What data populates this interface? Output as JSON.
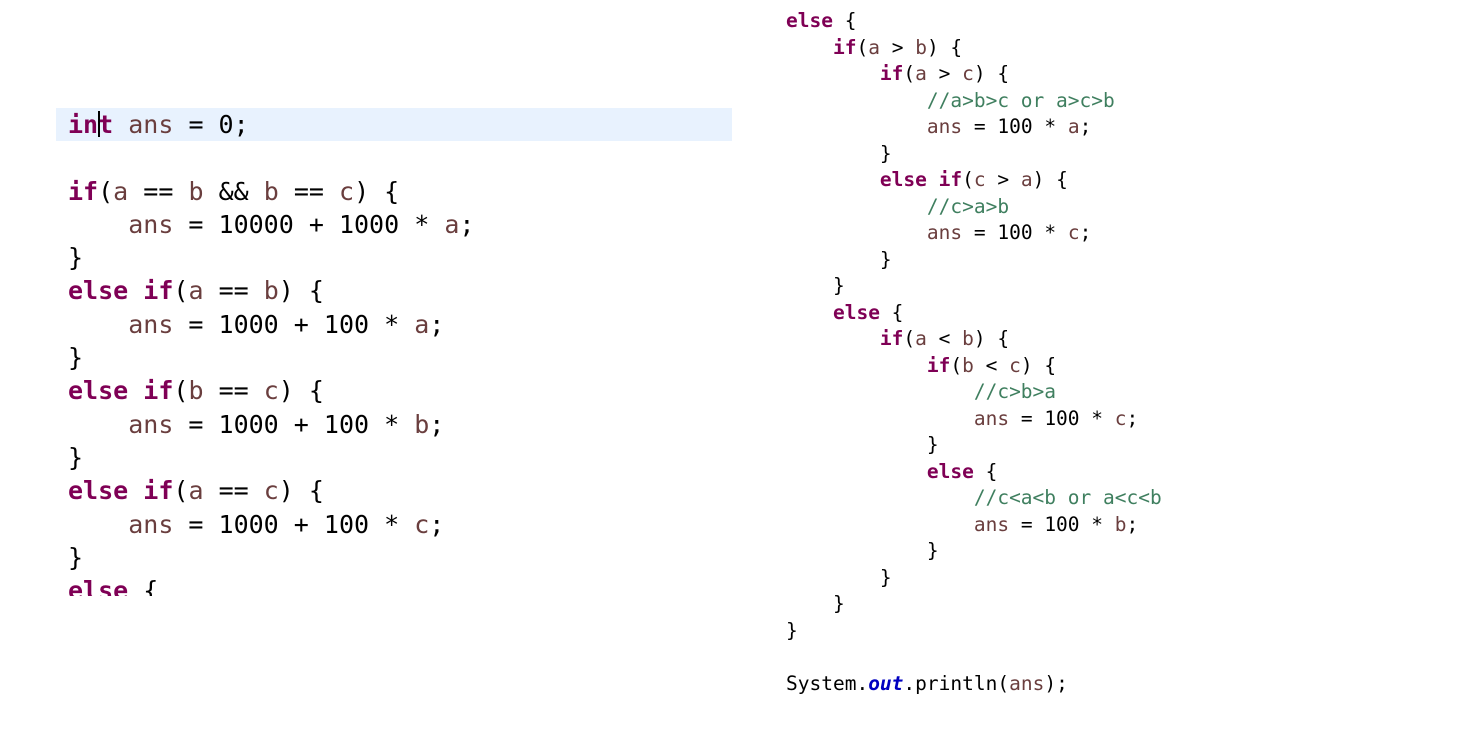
{
  "left_panel": {
    "lines": [
      {
        "indent": "",
        "highlighted": true,
        "caret_at": 2,
        "tokens": [
          {
            "t": "int",
            "c": "kw"
          },
          {
            "t": " ",
            "c": "plain"
          },
          {
            "t": "ans",
            "c": "var"
          },
          {
            "t": " = ",
            "c": "op"
          },
          {
            "t": "0",
            "c": "num"
          },
          {
            "t": ";",
            "c": "op"
          }
        ]
      },
      {
        "indent": "",
        "tokens": []
      },
      {
        "indent": "",
        "tokens": [
          {
            "t": "if",
            "c": "kw"
          },
          {
            "t": "(",
            "c": "op"
          },
          {
            "t": "a",
            "c": "var"
          },
          {
            "t": " == ",
            "c": "op"
          },
          {
            "t": "b",
            "c": "var"
          },
          {
            "t": " && ",
            "c": "op"
          },
          {
            "t": "b",
            "c": "var"
          },
          {
            "t": " == ",
            "c": "op"
          },
          {
            "t": "c",
            "c": "var"
          },
          {
            "t": ") {",
            "c": "op"
          }
        ]
      },
      {
        "indent": "    ",
        "tokens": [
          {
            "t": "ans",
            "c": "var"
          },
          {
            "t": " = ",
            "c": "op"
          },
          {
            "t": "10000",
            "c": "num"
          },
          {
            "t": " + ",
            "c": "op"
          },
          {
            "t": "1000",
            "c": "num"
          },
          {
            "t": " * ",
            "c": "op"
          },
          {
            "t": "a",
            "c": "var"
          },
          {
            "t": ";",
            "c": "op"
          }
        ]
      },
      {
        "indent": "",
        "tokens": [
          {
            "t": "}",
            "c": "op"
          }
        ]
      },
      {
        "indent": "",
        "tokens": [
          {
            "t": "else",
            "c": "kw"
          },
          {
            "t": " ",
            "c": "plain"
          },
          {
            "t": "if",
            "c": "kw"
          },
          {
            "t": "(",
            "c": "op"
          },
          {
            "t": "a",
            "c": "var"
          },
          {
            "t": " == ",
            "c": "op"
          },
          {
            "t": "b",
            "c": "var"
          },
          {
            "t": ") {",
            "c": "op"
          }
        ]
      },
      {
        "indent": "    ",
        "tokens": [
          {
            "t": "ans",
            "c": "var"
          },
          {
            "t": " = ",
            "c": "op"
          },
          {
            "t": "1000",
            "c": "num"
          },
          {
            "t": " + ",
            "c": "op"
          },
          {
            "t": "100",
            "c": "num"
          },
          {
            "t": " * ",
            "c": "op"
          },
          {
            "t": "a",
            "c": "var"
          },
          {
            "t": ";",
            "c": "op"
          }
        ]
      },
      {
        "indent": "",
        "tokens": [
          {
            "t": "}",
            "c": "op"
          }
        ]
      },
      {
        "indent": "",
        "tokens": [
          {
            "t": "else",
            "c": "kw"
          },
          {
            "t": " ",
            "c": "plain"
          },
          {
            "t": "if",
            "c": "kw"
          },
          {
            "t": "(",
            "c": "op"
          },
          {
            "t": "b",
            "c": "var"
          },
          {
            "t": " == ",
            "c": "op"
          },
          {
            "t": "c",
            "c": "var"
          },
          {
            "t": ") {",
            "c": "op"
          }
        ]
      },
      {
        "indent": "    ",
        "tokens": [
          {
            "t": "ans",
            "c": "var"
          },
          {
            "t": " = ",
            "c": "op"
          },
          {
            "t": "1000",
            "c": "num"
          },
          {
            "t": " + ",
            "c": "op"
          },
          {
            "t": "100",
            "c": "num"
          },
          {
            "t": " * ",
            "c": "op"
          },
          {
            "t": "b",
            "c": "var"
          },
          {
            "t": ";",
            "c": "op"
          }
        ]
      },
      {
        "indent": "",
        "tokens": [
          {
            "t": "}",
            "c": "op"
          }
        ]
      },
      {
        "indent": "",
        "tokens": [
          {
            "t": "else",
            "c": "kw"
          },
          {
            "t": " ",
            "c": "plain"
          },
          {
            "t": "if",
            "c": "kw"
          },
          {
            "t": "(",
            "c": "op"
          },
          {
            "t": "a",
            "c": "var"
          },
          {
            "t": " == ",
            "c": "op"
          },
          {
            "t": "c",
            "c": "var"
          },
          {
            "t": ") {",
            "c": "op"
          }
        ]
      },
      {
        "indent": "    ",
        "tokens": [
          {
            "t": "ans",
            "c": "var"
          },
          {
            "t": " = ",
            "c": "op"
          },
          {
            "t": "1000",
            "c": "num"
          },
          {
            "t": " + ",
            "c": "op"
          },
          {
            "t": "100",
            "c": "num"
          },
          {
            "t": " * ",
            "c": "op"
          },
          {
            "t": "c",
            "c": "var"
          },
          {
            "t": ";",
            "c": "op"
          }
        ]
      },
      {
        "indent": "",
        "tokens": [
          {
            "t": "}",
            "c": "op"
          }
        ]
      },
      {
        "indent": "",
        "tokens": [
          {
            "t": "else",
            "c": "kw"
          },
          {
            "t": " {",
            "c": "op"
          }
        ]
      }
    ]
  },
  "right_panel": {
    "lines": [
      {
        "indent": "",
        "tokens": [
          {
            "t": "else",
            "c": "kw"
          },
          {
            "t": " {",
            "c": "op"
          }
        ]
      },
      {
        "indent": "    ",
        "tokens": [
          {
            "t": "if",
            "c": "kw"
          },
          {
            "t": "(",
            "c": "op"
          },
          {
            "t": "a",
            "c": "var"
          },
          {
            "t": " > ",
            "c": "op"
          },
          {
            "t": "b",
            "c": "var"
          },
          {
            "t": ") {",
            "c": "op"
          }
        ]
      },
      {
        "indent": "        ",
        "tokens": [
          {
            "t": "if",
            "c": "kw"
          },
          {
            "t": "(",
            "c": "op"
          },
          {
            "t": "a",
            "c": "var"
          },
          {
            "t": " > ",
            "c": "op"
          },
          {
            "t": "c",
            "c": "var"
          },
          {
            "t": ") {",
            "c": "op"
          }
        ]
      },
      {
        "indent": "            ",
        "tokens": [
          {
            "t": "//a>b>c or a>c>b",
            "c": "comment"
          }
        ]
      },
      {
        "indent": "            ",
        "tokens": [
          {
            "t": "ans",
            "c": "var"
          },
          {
            "t": " = ",
            "c": "op"
          },
          {
            "t": "100",
            "c": "num"
          },
          {
            "t": " * ",
            "c": "op"
          },
          {
            "t": "a",
            "c": "var"
          },
          {
            "t": ";",
            "c": "op"
          }
        ]
      },
      {
        "indent": "        ",
        "tokens": [
          {
            "t": "}",
            "c": "op"
          }
        ]
      },
      {
        "indent": "        ",
        "tokens": [
          {
            "t": "else",
            "c": "kw"
          },
          {
            "t": " ",
            "c": "plain"
          },
          {
            "t": "if",
            "c": "kw"
          },
          {
            "t": "(",
            "c": "op"
          },
          {
            "t": "c",
            "c": "var"
          },
          {
            "t": " > ",
            "c": "op"
          },
          {
            "t": "a",
            "c": "var"
          },
          {
            "t": ") {",
            "c": "op"
          }
        ]
      },
      {
        "indent": "            ",
        "tokens": [
          {
            "t": "//c>a>b",
            "c": "comment"
          }
        ]
      },
      {
        "indent": "            ",
        "tokens": [
          {
            "t": "ans",
            "c": "var"
          },
          {
            "t": " = ",
            "c": "op"
          },
          {
            "t": "100",
            "c": "num"
          },
          {
            "t": " * ",
            "c": "op"
          },
          {
            "t": "c",
            "c": "var"
          },
          {
            "t": ";",
            "c": "op"
          }
        ]
      },
      {
        "indent": "        ",
        "tokens": [
          {
            "t": "}",
            "c": "op"
          }
        ]
      },
      {
        "indent": "    ",
        "tokens": [
          {
            "t": "}",
            "c": "op"
          }
        ]
      },
      {
        "indent": "    ",
        "tokens": [
          {
            "t": "else",
            "c": "kw"
          },
          {
            "t": " {",
            "c": "op"
          }
        ]
      },
      {
        "indent": "        ",
        "tokens": [
          {
            "t": "if",
            "c": "kw"
          },
          {
            "t": "(",
            "c": "op"
          },
          {
            "t": "a",
            "c": "var"
          },
          {
            "t": " < ",
            "c": "op"
          },
          {
            "t": "b",
            "c": "var"
          },
          {
            "t": ") {",
            "c": "op"
          }
        ]
      },
      {
        "indent": "            ",
        "tokens": [
          {
            "t": "if",
            "c": "kw"
          },
          {
            "t": "(",
            "c": "op"
          },
          {
            "t": "b",
            "c": "var"
          },
          {
            "t": " < ",
            "c": "op"
          },
          {
            "t": "c",
            "c": "var"
          },
          {
            "t": ") {",
            "c": "op"
          }
        ]
      },
      {
        "indent": "                ",
        "tokens": [
          {
            "t": "//c>b>a",
            "c": "comment"
          }
        ]
      },
      {
        "indent": "                ",
        "tokens": [
          {
            "t": "ans",
            "c": "var"
          },
          {
            "t": " = ",
            "c": "op"
          },
          {
            "t": "100",
            "c": "num"
          },
          {
            "t": " * ",
            "c": "op"
          },
          {
            "t": "c",
            "c": "var"
          },
          {
            "t": ";",
            "c": "op"
          }
        ]
      },
      {
        "indent": "            ",
        "tokens": [
          {
            "t": "}",
            "c": "op"
          }
        ]
      },
      {
        "indent": "            ",
        "tokens": [
          {
            "t": "else",
            "c": "kw"
          },
          {
            "t": " {",
            "c": "op"
          }
        ]
      },
      {
        "indent": "                ",
        "tokens": [
          {
            "t": "//c<a<b or a<c<b",
            "c": "comment"
          }
        ]
      },
      {
        "indent": "                ",
        "tokens": [
          {
            "t": "ans",
            "c": "var"
          },
          {
            "t": " = ",
            "c": "op"
          },
          {
            "t": "100",
            "c": "num"
          },
          {
            "t": " * ",
            "c": "op"
          },
          {
            "t": "b",
            "c": "var"
          },
          {
            "t": ";",
            "c": "op"
          }
        ]
      },
      {
        "indent": "            ",
        "tokens": [
          {
            "t": "}",
            "c": "op"
          }
        ]
      },
      {
        "indent": "        ",
        "tokens": [
          {
            "t": "}",
            "c": "op"
          }
        ]
      },
      {
        "indent": "    ",
        "tokens": [
          {
            "t": "}",
            "c": "op"
          }
        ]
      },
      {
        "indent": "",
        "tokens": [
          {
            "t": "}",
            "c": "op"
          }
        ]
      },
      {
        "indent": "",
        "tokens": []
      },
      {
        "indent": "",
        "tokens": [
          {
            "t": "System.",
            "c": "plain"
          },
          {
            "t": "out",
            "c": "field"
          },
          {
            "t": ".println(",
            "c": "plain"
          },
          {
            "t": "ans",
            "c": "var"
          },
          {
            "t": ");",
            "c": "op"
          }
        ]
      }
    ]
  },
  "colors": {
    "keyword": "#7f0055",
    "variable": "#6a3e3e",
    "comment": "#3f7f5f",
    "static_field": "#0000c0",
    "line_highlight": "#e8f2fe"
  }
}
